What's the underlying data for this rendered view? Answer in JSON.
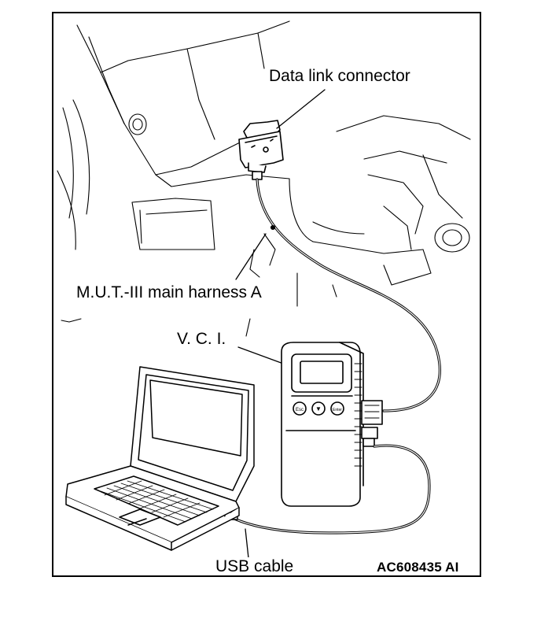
{
  "diagram": {
    "labels": {
      "data_link_connector": "Data link connector",
      "main_harness": "M.U.T.-III main harness A",
      "vci": "V. C. I.",
      "usb_cable": "USB cable",
      "figure_code": "AC608435 AI"
    },
    "vci_buttons": [
      "Esc",
      "▼",
      "Enter"
    ]
  }
}
